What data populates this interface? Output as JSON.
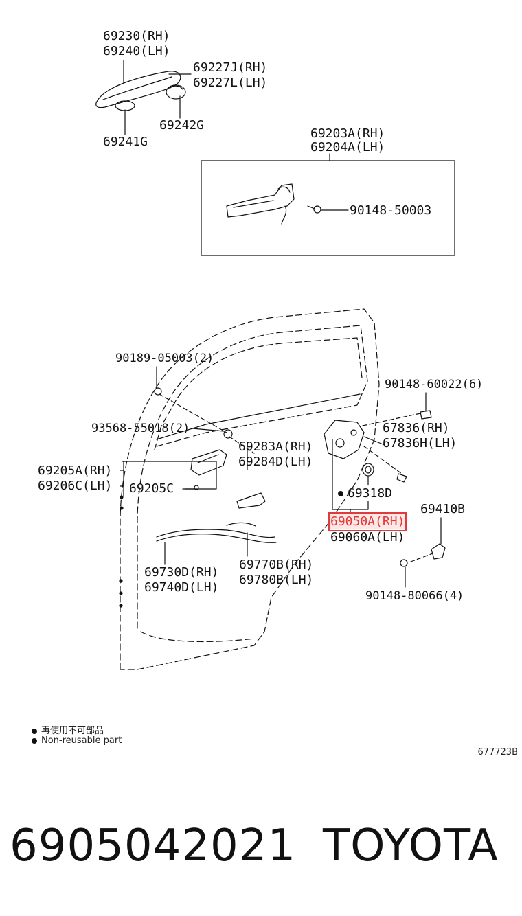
{
  "labels": {
    "handle_rh": "69230(RH)",
    "handle_lh": "69240(LH)",
    "cover_rh": "69227J(RH)",
    "cover_lh": "69227L(LH)",
    "pad_g": "69242G",
    "pad_241g": "69241G",
    "frame_rh": "69203A(RH)",
    "frame_lh": "69204A(LH)",
    "bolt_50003": "90148-50003",
    "clip_05003": "90189-05003(2)",
    "screw_55018": "93568-55018(2)",
    "frame2_rh": "69205A(RH)",
    "frame2_lh": "69206C(LH)",
    "part_69205c": "69205C",
    "inside_rh": "69283A(RH)",
    "inside_lh": "69284D(LH)",
    "bolt_60022": "90148-60022(6)",
    "seal_rh": "67836(RH)",
    "seal_lh": "67836H(LH)",
    "part_69318d": "69318D",
    "lock_rh": "69050A(RH)",
    "lock_lh": "69060A(LH)",
    "striker": "69410B",
    "cable_rh": "69730D(RH)",
    "cable_lh": "69740D(LH)",
    "cable2_rh": "69770B(RH)",
    "cable2_lh": "69780B(LH)",
    "bolt_80066": "90148-80066(4)"
  },
  "legend": {
    "line1": "再使用不可部品",
    "line2": "Non-reusable part"
  },
  "figure_id": "677723B",
  "part_number": "6905042021",
  "brand": "TOYOTA",
  "highlight_color": "#e03a3a"
}
